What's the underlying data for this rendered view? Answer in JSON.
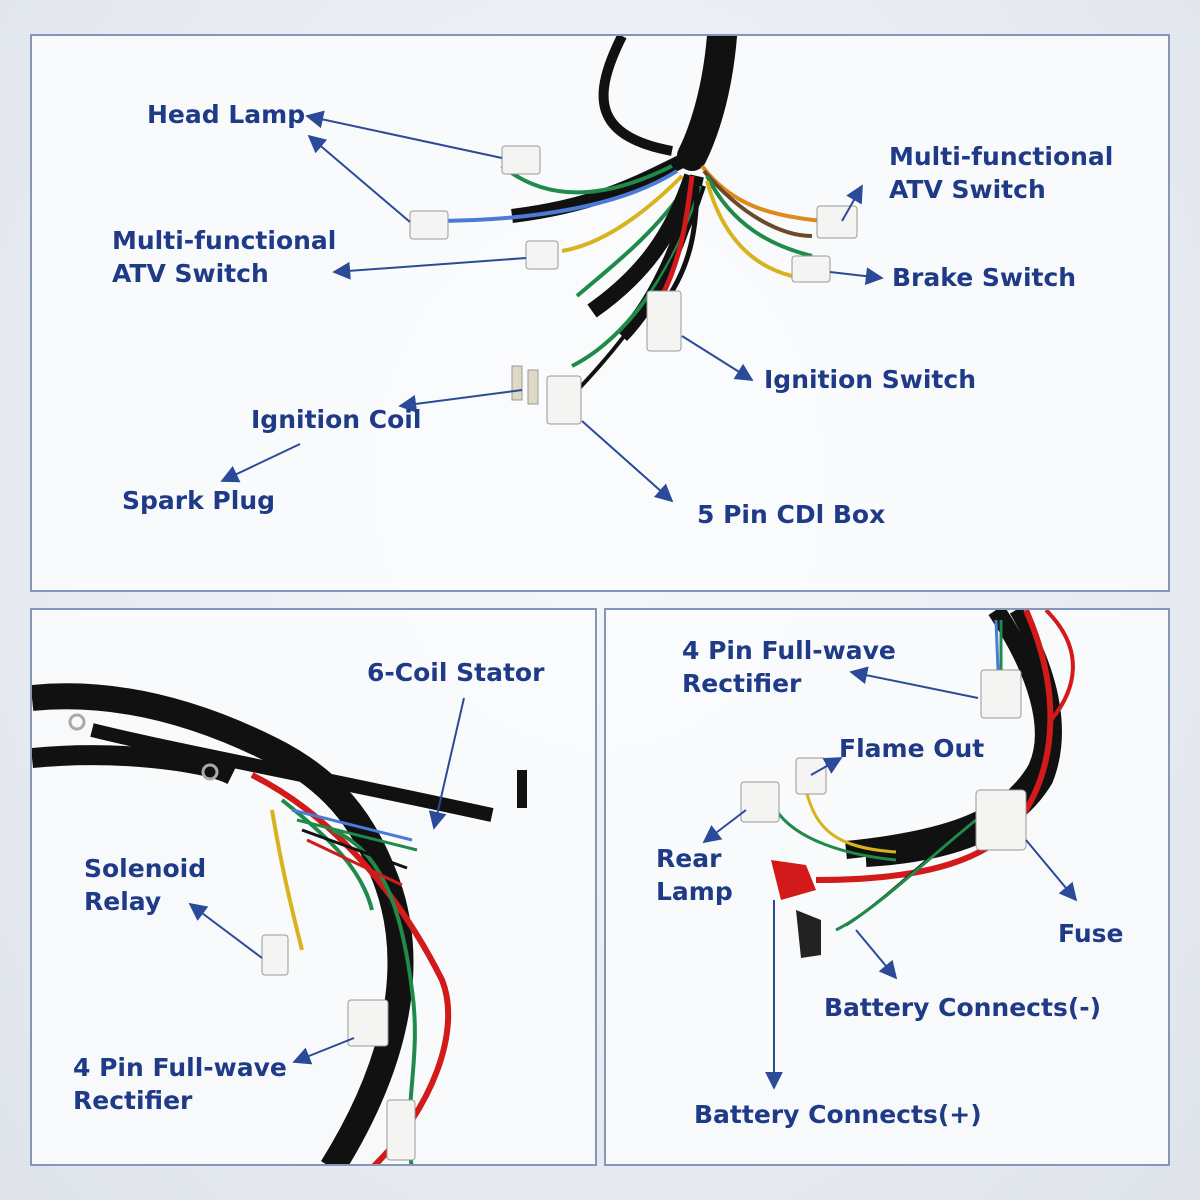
{
  "colors": {
    "label": "#1f3a86",
    "arrow": "#2c4a9a",
    "panel_border": "#8795b8",
    "wire_black": "#111111",
    "wire_red": "#d21a1a",
    "wire_green": "#1f8a4a",
    "wire_yellow": "#d8b31e",
    "wire_blue": "#4a7bd6",
    "wire_orange": "#e08a1e",
    "wire_brown": "#6b4a2a",
    "connector": "#f4f4f2"
  },
  "top_panel": {
    "head_lamp": "Head Lamp",
    "atv_switch_left": [
      "Multi-functional",
      "ATV Switch"
    ],
    "atv_switch_right": [
      "Multi-functional",
      "ATV Switch"
    ],
    "brake_switch": "Brake Switch",
    "ignition_switch": "Ignition Switch",
    "ignition_coil": "Ignition Coil",
    "spark_plug": "Spark Plug",
    "cdi_box": "5 Pin CDl Box"
  },
  "left_panel": {
    "stator": "6-Coil Stator",
    "solenoid_relay": [
      "Solenoid",
      "Relay"
    ],
    "rectifier": [
      "4 Pin Full-wave",
      "Rectifier"
    ]
  },
  "right_panel": {
    "rectifier": [
      "4 Pin Full-wave",
      "Rectifier"
    ],
    "flame_out": "Flame Out",
    "rear_lamp": [
      "Rear",
      "Lamp"
    ],
    "fuse": "Fuse",
    "battery_negative": "Battery Connects(-)",
    "battery_positive": "Battery Connects(+)"
  }
}
